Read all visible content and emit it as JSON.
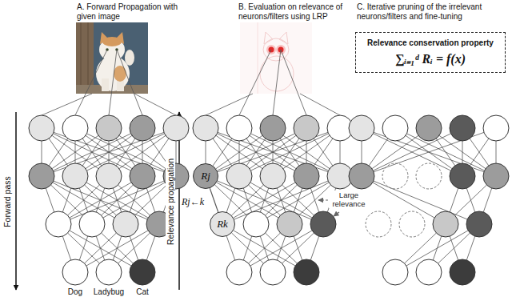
{
  "diagram": {
    "nodes": [
      {
        "text": [
          "Rj"
        ]
      },
      {
        "text": [
          "Rk"
        ]
      },
      {
        "text": [
          "Relevance conservation property",
          "∑ᵢ₌₁ᵈ Rᵢ = f(x)"
        ]
      }
    ],
    "edges": [
      {
        "from": 1,
        "to": 0,
        "arrow": "none",
        "label": "Rj←k"
      }
    ],
    "labels": [
      "A. Forward Propagation with given image",
      "B. Evaluation on relevance of neurons/filters using LRP",
      "C. Iterative pruning of the irrelevant neurons/filters and fine-tuning",
      "Forward pass",
      "Relevance propagation",
      "Large relevance",
      "Dog",
      "Ladybug",
      "Cat"
    ]
  }
}
